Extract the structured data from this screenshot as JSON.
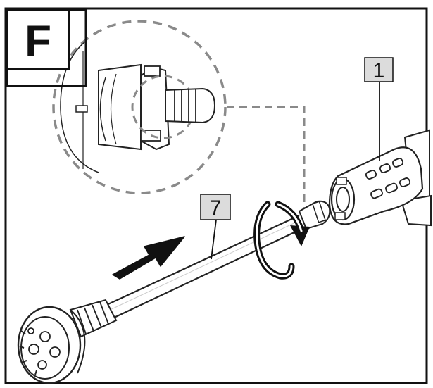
{
  "step": {
    "label": "F"
  },
  "callouts": [
    {
      "label": "1",
      "refers_to": "spray-gun"
    },
    {
      "label": "7",
      "refers_to": "spray-wand"
    }
  ],
  "colors": {
    "line": "#111111",
    "dashed": "#888888",
    "callout_fill": "#dcdcdc",
    "background": "#ffffff"
  },
  "icons": [
    "insert-arrow-icon",
    "twist-rotate-icon"
  ]
}
